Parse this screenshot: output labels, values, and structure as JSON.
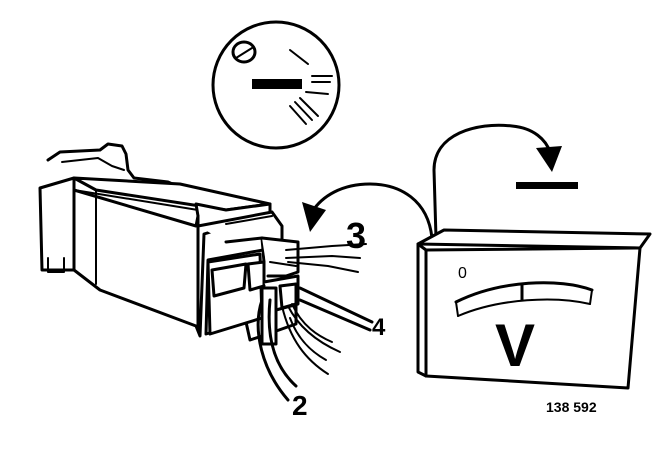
{
  "figure": {
    "number": "138 592",
    "pin_labels": {
      "pin3": "3",
      "pin4": "4",
      "pin2": "2"
    },
    "voltmeter": {
      "unit_symbol": "V",
      "scale_zero": "0"
    }
  },
  "colors": {
    "ink": "#000000",
    "paper": "#ffffff"
  },
  "icons": {
    "inset_symbol": "headlight-switch-icon",
    "ground": "ground-symbol-icon"
  }
}
